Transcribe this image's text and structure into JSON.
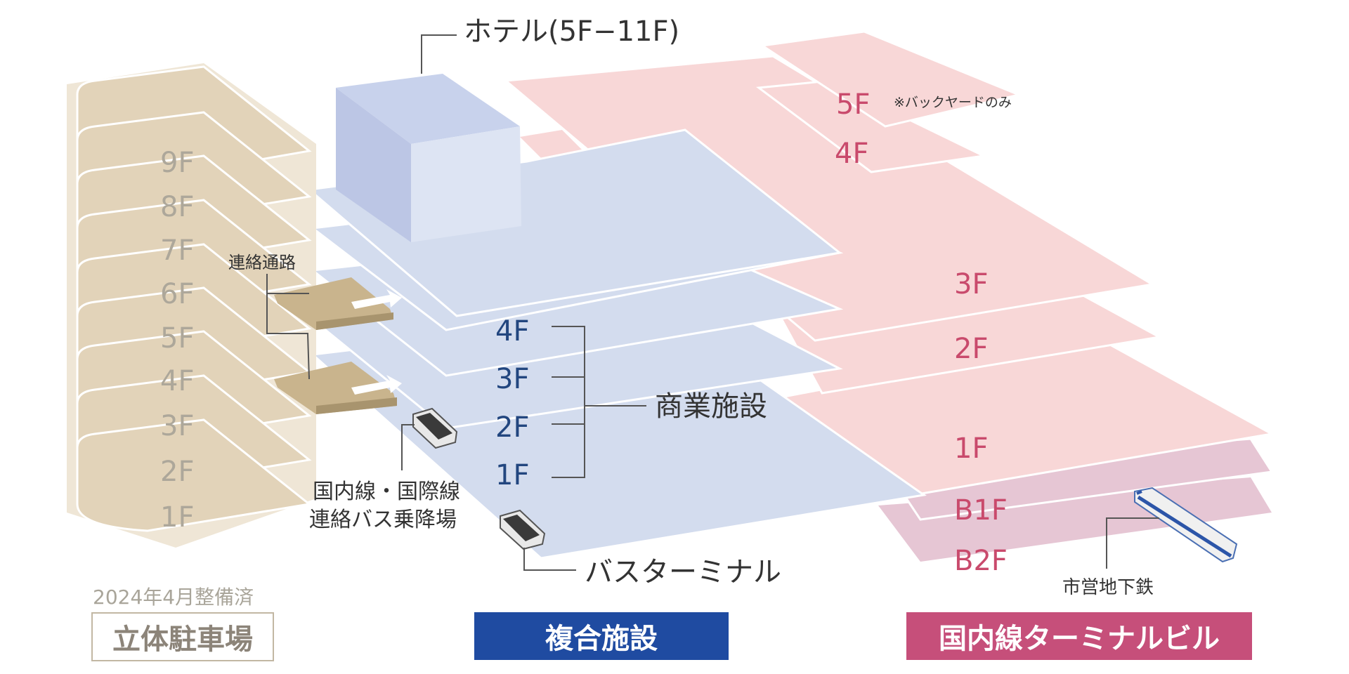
{
  "colors": {
    "parking": "#e9ddc8",
    "parking_floor": "#e4d5bd",
    "complex_floor": "#d3dcee",
    "hotel": "#c3cde8",
    "terminal_floor": "#f8d7d7",
    "basement": "#e6c6d4",
    "complex_box": "#1f4ba1",
    "terminal_box": "#c64f7a"
  },
  "hotel": {
    "label": "ホテル(5F−11F)"
  },
  "parking": {
    "floors": [
      "9F",
      "8F",
      "7F",
      "6F",
      "5F",
      "4F",
      "3F",
      "2F",
      "1F"
    ],
    "note": "2024年4月整備済",
    "title": "立体駐車場"
  },
  "connection": {
    "label": "連絡通路"
  },
  "complex": {
    "floors": [
      "4F",
      "3F",
      "2F",
      "1F"
    ],
    "commercial_label": "商業施設",
    "bus_stop_line1": "国内線・国際線",
    "bus_stop_line2": "連絡バス乗降場",
    "bus_terminal": "バスターミナル",
    "title": "複合施設"
  },
  "terminal": {
    "floors": [
      "5F",
      "4F",
      "3F",
      "2F",
      "1F",
      "B1F",
      "B2F"
    ],
    "backyard_note": "※バックヤードのみ",
    "subway": "市営地下鉄",
    "title": "国内線ターミナルビル"
  }
}
